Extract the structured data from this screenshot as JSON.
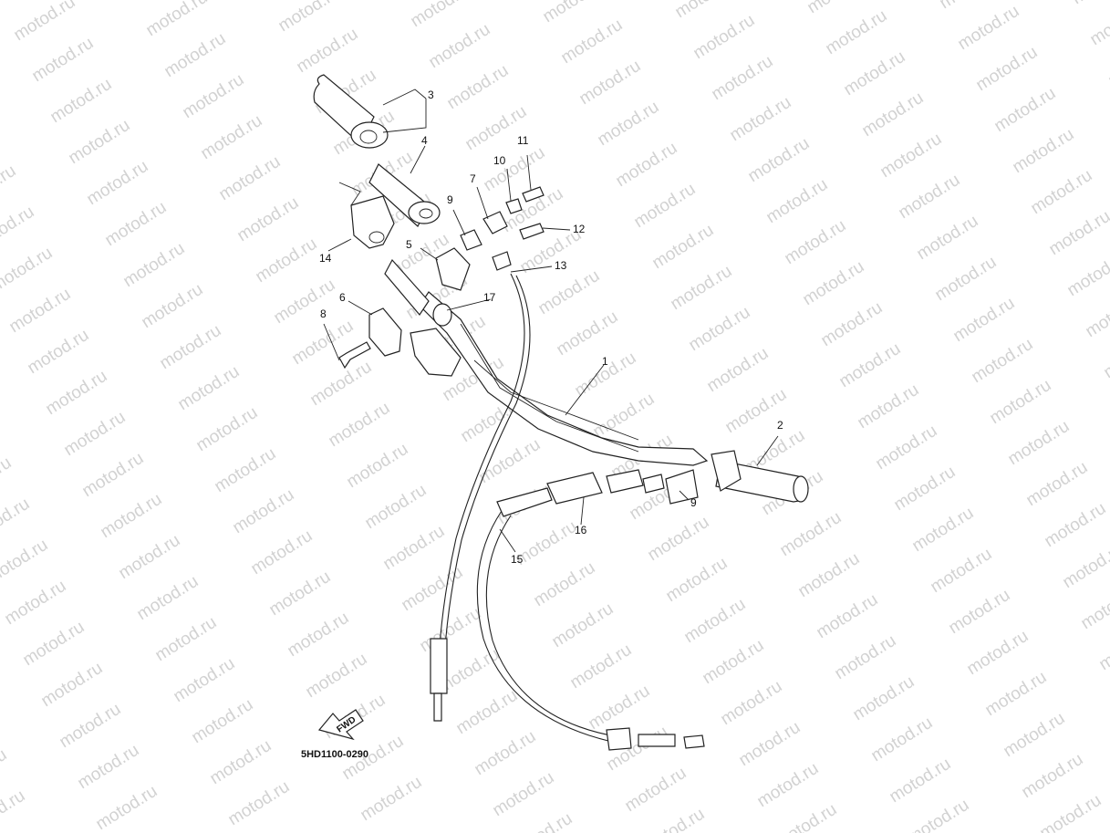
{
  "watermark": {
    "text": "motod.ru"
  },
  "diagram": {
    "code": "5HD1100-0290",
    "direction_label": "FWD",
    "callouts": [
      "1",
      "2",
      "3",
      "4",
      "5",
      "6",
      "7",
      "8",
      "9",
      "9",
      "10",
      "11",
      "12",
      "13",
      "14",
      "15",
      "16",
      "17"
    ]
  }
}
